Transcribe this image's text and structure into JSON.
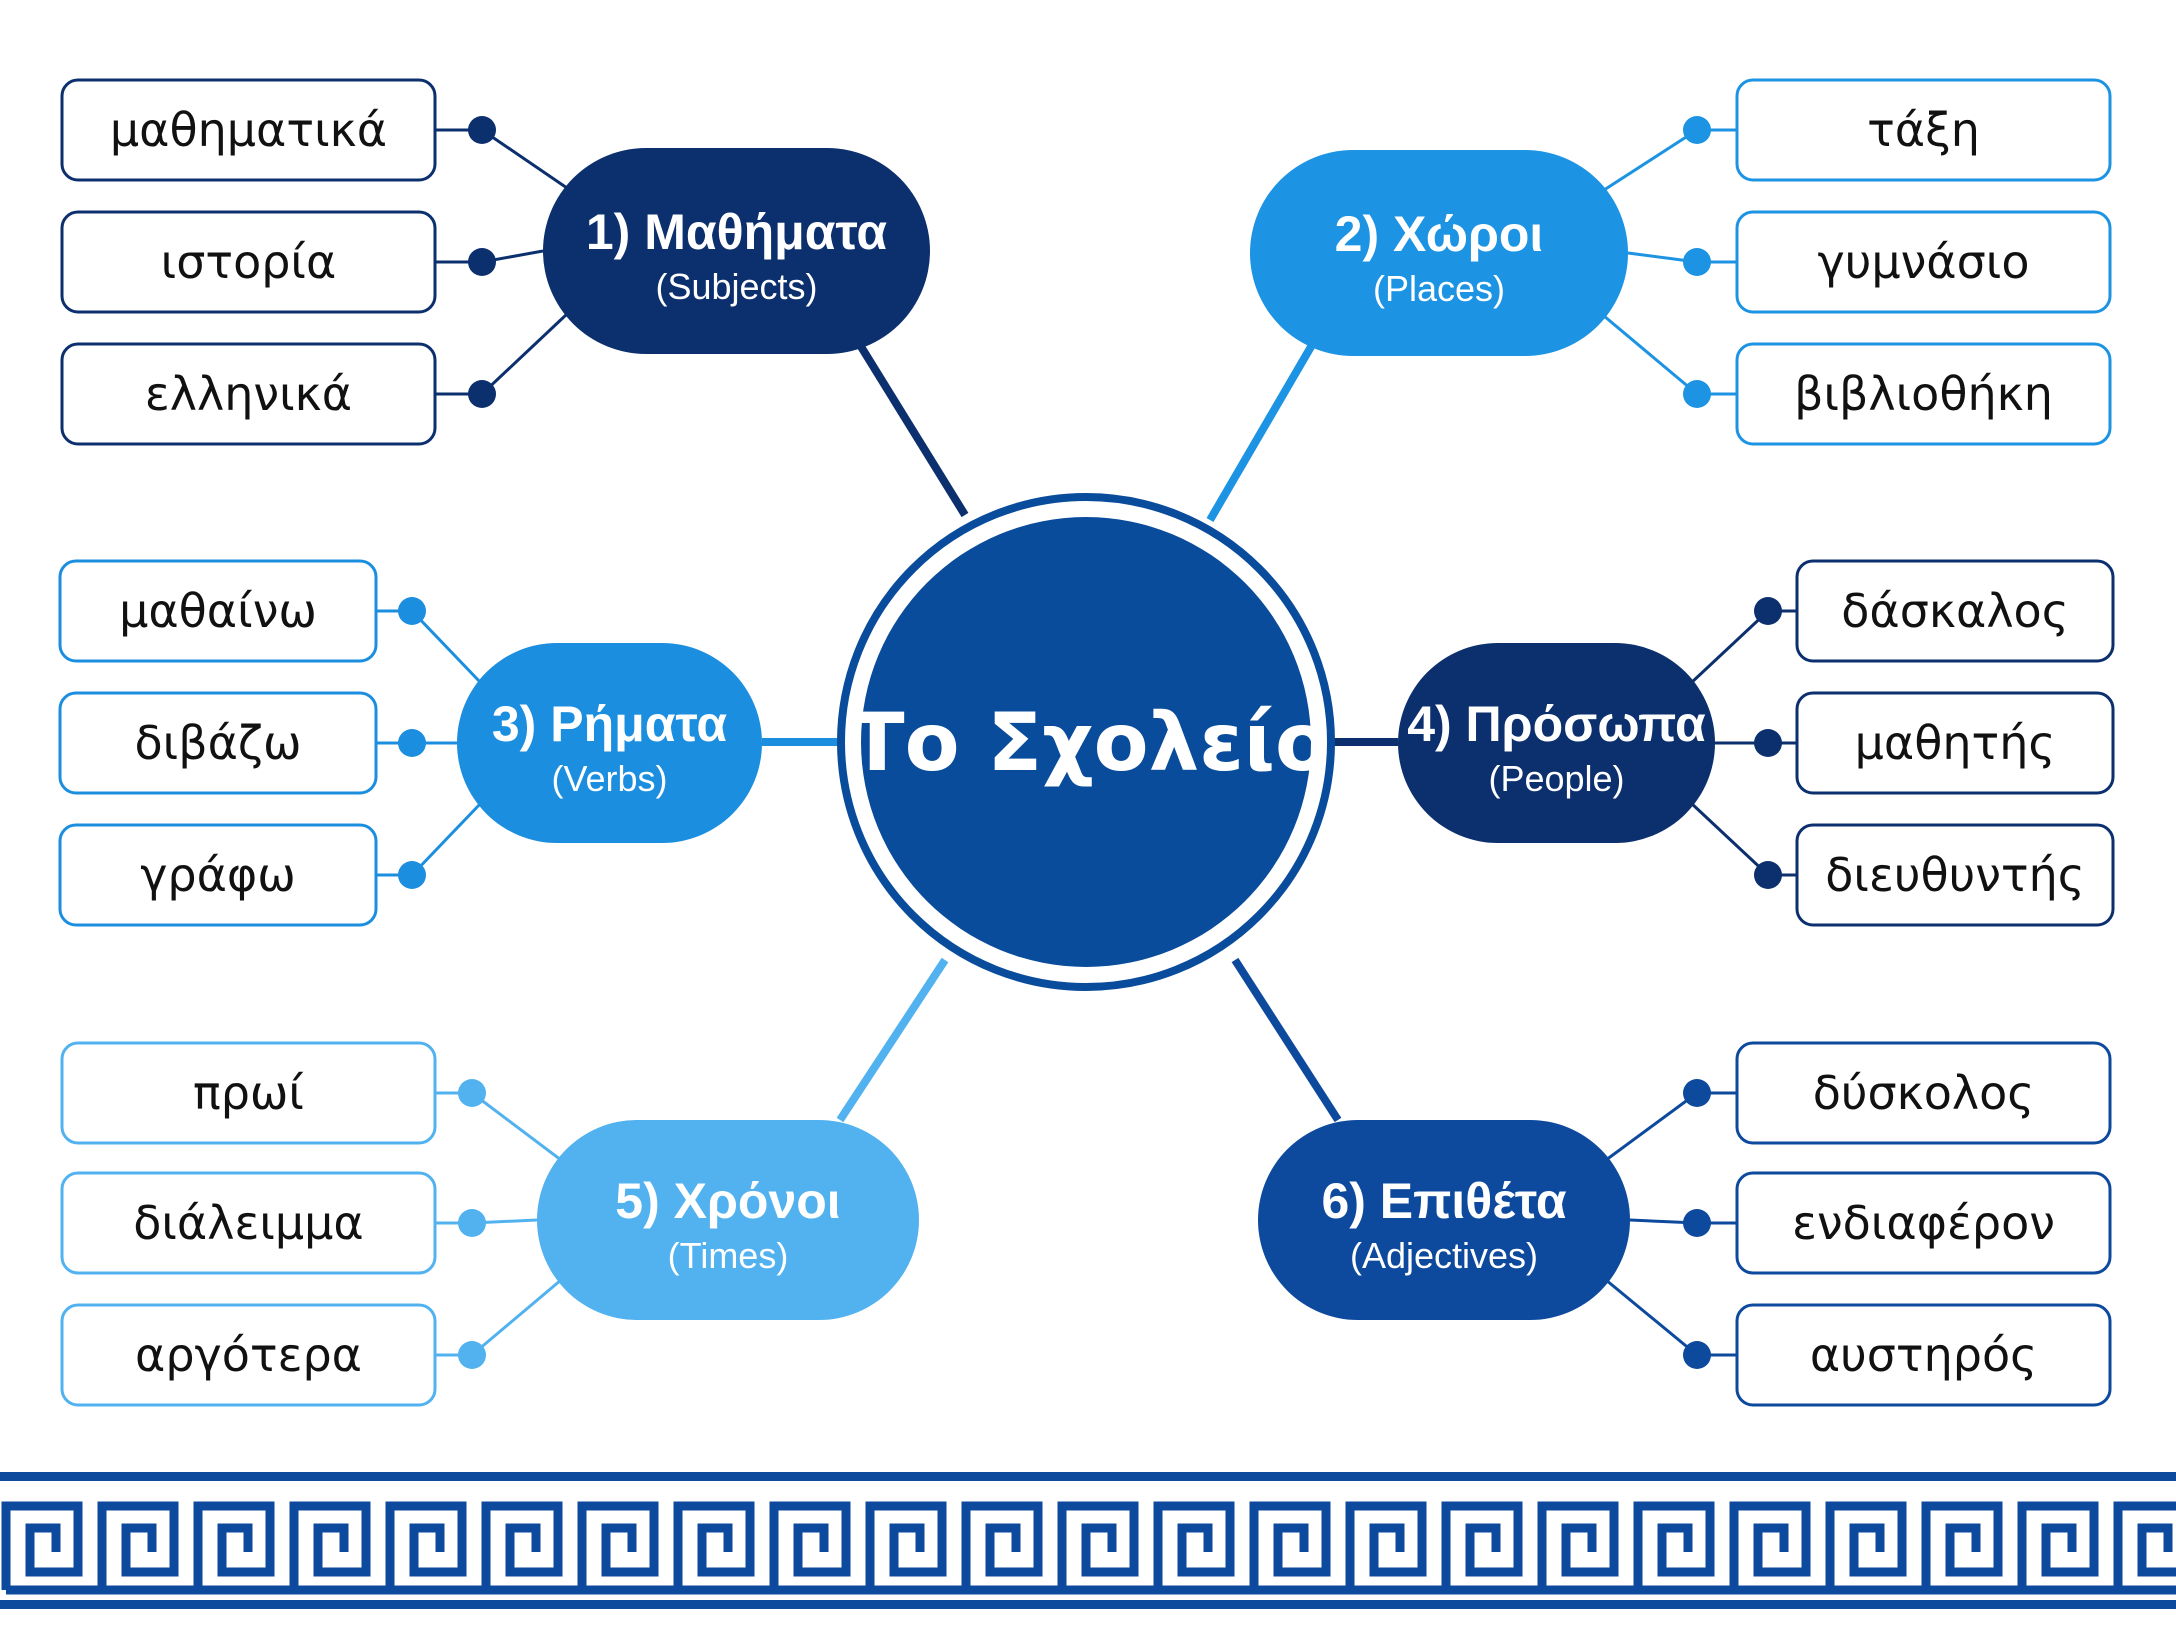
{
  "center": {
    "title": "Το Σχολείο",
    "color": "#0a4c9c"
  },
  "branches": [
    {
      "title": "1) Μαθήματα",
      "subtitle": "(Subjects)",
      "color": "#0c2f6e",
      "words": [
        "μαθηματικά",
        "ιστορία",
        "ελληνικά"
      ]
    },
    {
      "title": "2) Χώροι",
      "subtitle": "(Places)",
      "color": "#1c93e3",
      "words": [
        "τάξη",
        "γυμνάσιο",
        "βιβλιοθήκη"
      ]
    },
    {
      "title": "3) Ρήματα",
      "subtitle": "(Verbs)",
      "color": "#1c8ee0",
      "words": [
        "μαθαίνω",
        "διβάζω",
        "γράφω"
      ]
    },
    {
      "title": "4) Πρόσωπα",
      "subtitle": "(People)",
      "color": "#0c2f6e",
      "words": [
        "δάσκαλος",
        "μαθητής",
        "διευθυντής"
      ]
    },
    {
      "title": "5) Χρόνοι",
      "subtitle": "(Times)",
      "color": "#52b2ef",
      "words": [
        "πρωί",
        "διάλειμμα",
        "αργότερα"
      ]
    },
    {
      "title": "6) Επιθέτα",
      "subtitle": "(Adjectives)",
      "color": "#0d4a9e",
      "words": [
        "δύσκολος",
        "ενδιαφέρον",
        "αυστηρός"
      ]
    }
  ],
  "border_color": "#0d4a9e"
}
